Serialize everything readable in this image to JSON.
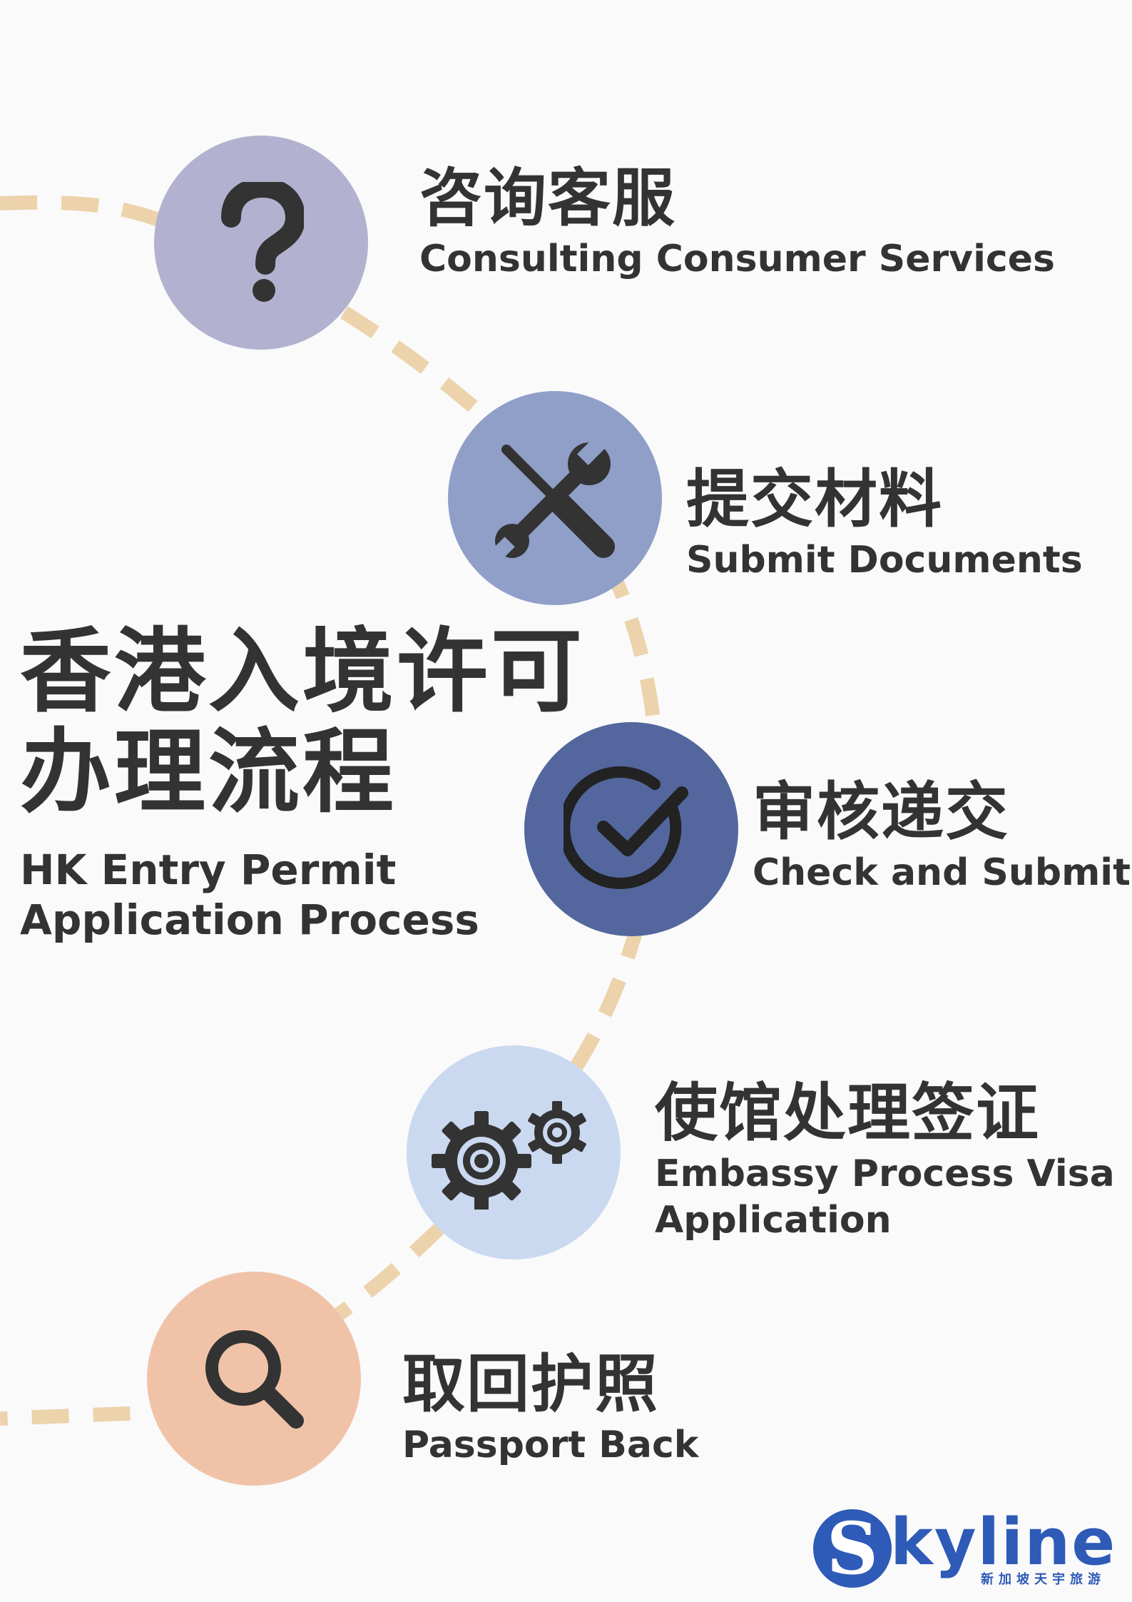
{
  "colors": {
    "path": "#ecd3ac",
    "icon": "#333333",
    "text": "#333333",
    "step1": "#b2b2d0",
    "step2": "#8f9fc8",
    "step3": "#53679e",
    "step4": "#cad9f0",
    "step5": "#f0c3a8",
    "brand": "#2e5ab8"
  },
  "title": {
    "zh_line1": "香港入境许可",
    "zh_line2": "办理流程",
    "en_line1": "HK Entry Permit",
    "en_line2": "Application Process"
  },
  "steps": [
    {
      "icon": "question-mark-icon",
      "zh": "咨询客服",
      "en": "Consulting Consumer Services"
    },
    {
      "icon": "tools-icon",
      "zh": "提交材料",
      "en": "Submit Documents"
    },
    {
      "icon": "check-circle-icon",
      "zh": "审核递交",
      "en": "Check and Submit"
    },
    {
      "icon": "gears-icon",
      "zh": "使馆处理签证",
      "en": "Embassy Process Visa Application"
    },
    {
      "icon": "search-icon",
      "zh": "取回护照",
      "en": "Passport Back"
    }
  ],
  "logo": {
    "mark": "S",
    "word": "kyline",
    "subtitle": "新加坡天宇旅游"
  }
}
